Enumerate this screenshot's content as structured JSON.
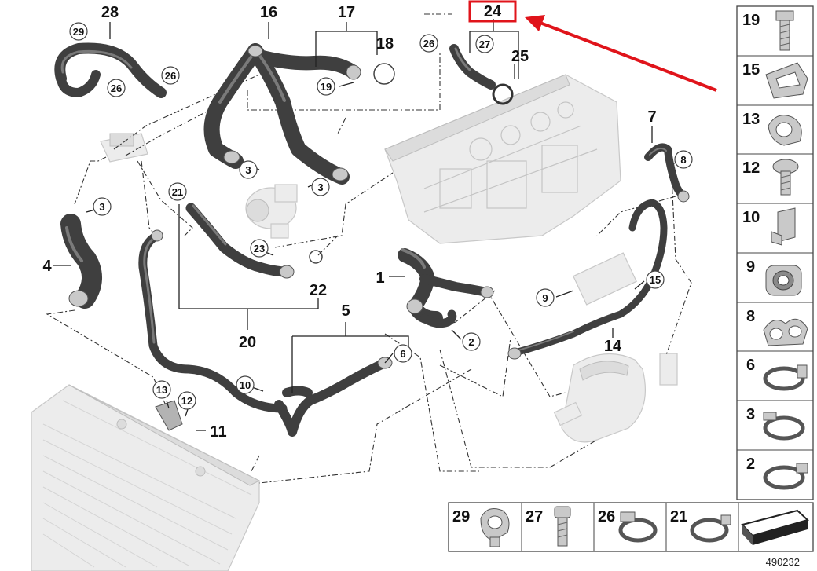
{
  "diagram_number": "490232",
  "highlighted_part": "24",
  "callouts": {
    "p1": "1",
    "p2": "2",
    "p3a": "3",
    "p3b": "3",
    "p3c": "3",
    "p4": "4",
    "p5": "5",
    "p6": "6",
    "p7": "7",
    "p8": "8",
    "p9": "9",
    "p10": "10",
    "p11": "11",
    "p12": "12",
    "p13": "13",
    "p14": "14",
    "p15": "15",
    "p16": "16",
    "p17": "17",
    "p18": "18",
    "p19": "19",
    "p20": "20",
    "p21": "21",
    "p22": "22",
    "p23": "23",
    "p24": "24",
    "p25": "25",
    "p26a": "26",
    "p26b": "26",
    "p26c": "26",
    "p27": "27",
    "p28": "28",
    "p29": "29"
  },
  "legend_side": [
    "19",
    "15",
    "13",
    "12",
    "10",
    "9",
    "8",
    "6",
    "3",
    "2"
  ],
  "legend_bottom": [
    "29",
    "27",
    "26",
    "21"
  ],
  "arrow_color": "#e0141b",
  "highlight_color": "#e0141b"
}
